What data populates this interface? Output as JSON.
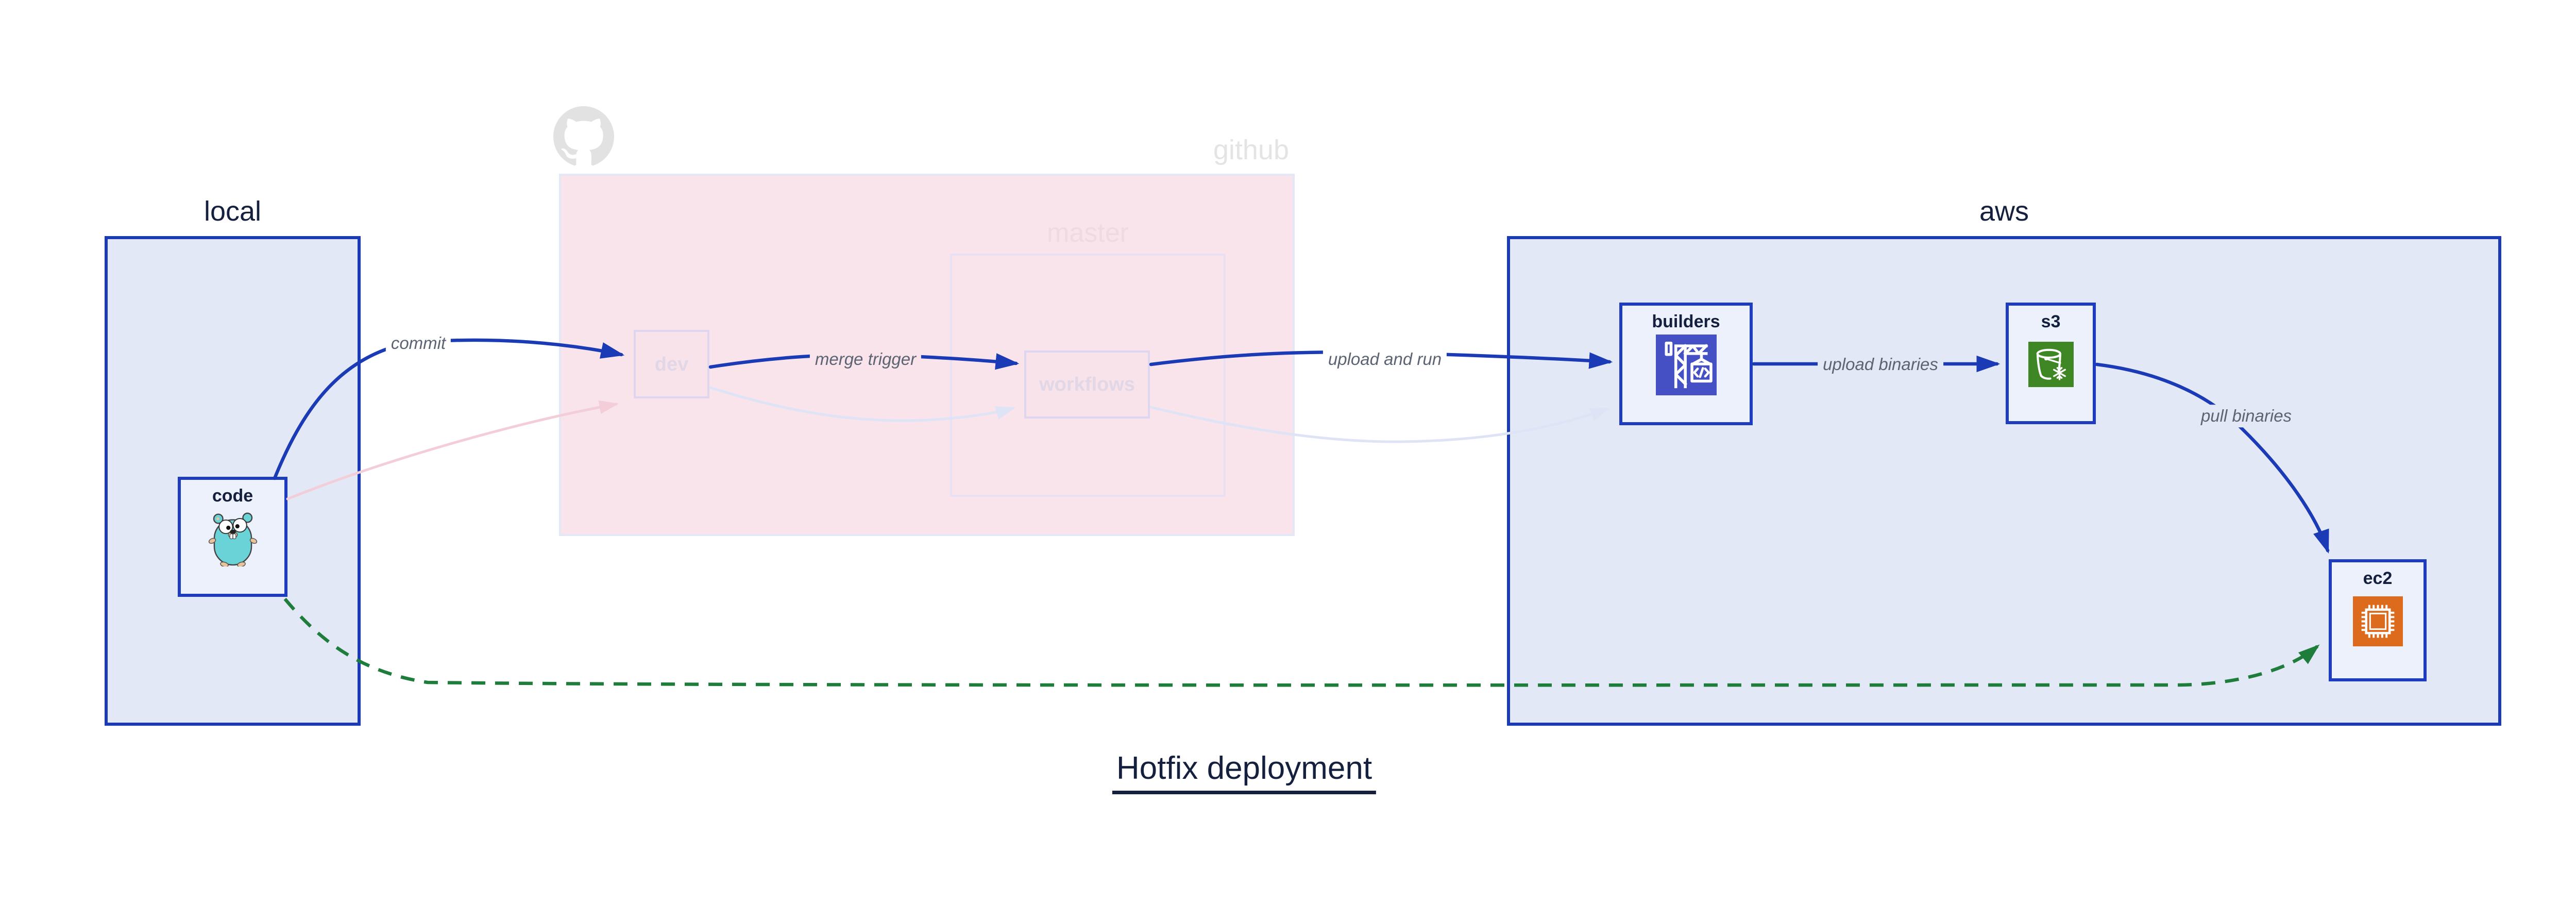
{
  "title": {
    "text": "Hotfix deployment"
  },
  "regions": {
    "local": {
      "label": "local"
    },
    "github": {
      "label": "github",
      "master": {
        "label": "master"
      }
    },
    "aws": {
      "label": "aws"
    }
  },
  "nodes": {
    "code": {
      "label": "code",
      "icon": "go-gopher-icon"
    },
    "dev": {
      "label": "dev"
    },
    "workflows": {
      "label": "workflows"
    },
    "builders": {
      "label": "builders",
      "icon": "aws-codebuild-icon"
    },
    "s3": {
      "label": "s3",
      "icon": "aws-s3-bucket-icon"
    },
    "ec2": {
      "label": "ec2",
      "icon": "aws-ec2-chip-icon"
    }
  },
  "edges": {
    "commit": {
      "label": "commit",
      "from": "code",
      "to": "dev",
      "style": "solid-blue"
    },
    "merge_trigger": {
      "label": "merge trigger",
      "from": "dev",
      "to": "workflows",
      "style": "solid-blue"
    },
    "upload_and_run": {
      "label": "upload and run",
      "from": "workflows",
      "to": "builders",
      "style": "solid-blue"
    },
    "upload_binaries": {
      "label": "upload binaries",
      "from": "builders",
      "to": "s3",
      "style": "solid-blue"
    },
    "pull_binaries": {
      "label": "pull binaries",
      "from": "s3",
      "to": "ec2",
      "style": "solid-blue"
    },
    "code_to_dev_faded": {
      "from": "code",
      "to": "dev",
      "style": "faded-pink"
    },
    "dev_to_workflows_faded": {
      "from": "dev",
      "to": "workflows",
      "style": "faded-lavender"
    },
    "workflows_to_builders_faded": {
      "from": "workflows",
      "to": "builders",
      "style": "faded-lavender"
    },
    "hotfix_direct_deploy": {
      "from": "code",
      "to": "ec2",
      "style": "dashed-green"
    }
  },
  "colors": {
    "arrow_blue": "#1b3ab5",
    "arrow_green_dashed": "#1f7d3c",
    "arrow_faded_pink": "#f3ced9",
    "arrow_faded_lavender": "#dfe3f6",
    "region_fill_blue": "#e3e8f7",
    "region_border_blue": "#1b3ab5",
    "github_region_fill": "#f8e4ea",
    "node_fill": "#edf1fb",
    "node_border": "#1e3cc0",
    "text_navy": "#15203e",
    "edge_label_gray": "#5c6372",
    "faded_label_gray": "#e4e4e4",
    "codebuild_icon_bg": "#4450c4",
    "s3_icon_bg": "#3f8624",
    "ec2_icon_bg": "#dd6b1d",
    "gopher_teal": "#69d3d8"
  }
}
